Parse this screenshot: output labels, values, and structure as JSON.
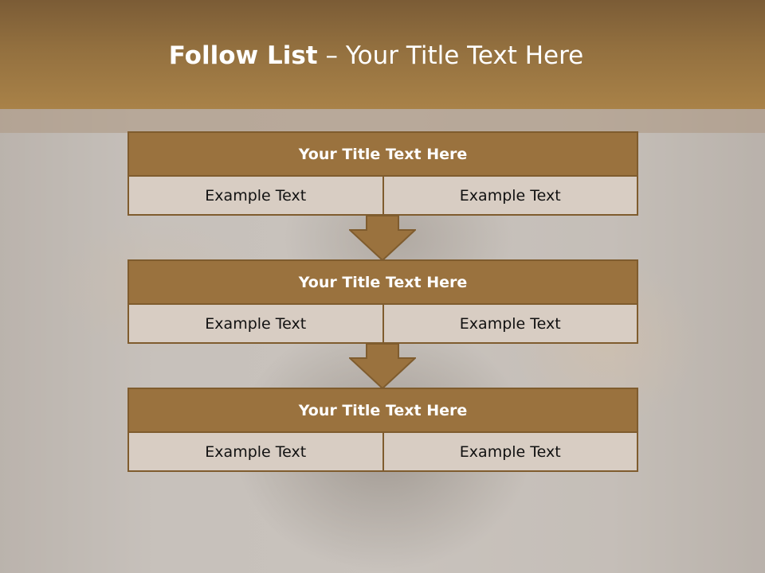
{
  "slide": {
    "title_bold": "Follow List",
    "title_rest": " – Your Title Text Here"
  },
  "blocks": [
    {
      "title": "Your Title Text Here",
      "left": "Example Text",
      "right": "Example Text"
    },
    {
      "title": "Your Title Text Here",
      "left": "Example Text",
      "right": "Example Text"
    },
    {
      "title": "Your Title Text Here",
      "left": "Example Text",
      "right": "Example Text"
    }
  ],
  "colors": {
    "header": "#9a723e",
    "border": "#7f5c2e",
    "cell": "#d8cdc3"
  }
}
